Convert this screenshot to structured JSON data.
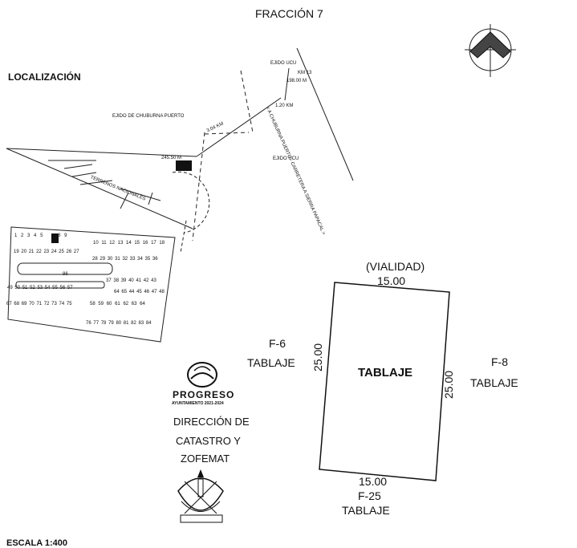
{
  "title": "FRACCIÓN 7",
  "localizacion_label": "LOCALIZACIÓN",
  "location_map": {
    "ejido_ucu_top": "EJIDO UCU",
    "ejido_ucu_mid": "EJIDO UCU",
    "ejido_chuburna": "EJIDO DE CHUBURNA PUERTO",
    "terrenos": "TERRENOS NACIONALES",
    "dist_304": "3.04 KM",
    "dist_120": "1.20 KM",
    "dist_198": "198.00 M",
    "km13": "KM 13",
    "dist_245": "245.50 M",
    "road": "< A CHUBURNA PUERTO - CARRETERA A SIERRA PAPACAL >"
  },
  "lot_grid": {
    "row1": [
      "1",
      "2",
      "3",
      "4",
      "5",
      "",
      "8",
      "9"
    ],
    "row1b": [
      "10",
      "11",
      "12",
      "13",
      "14",
      "15",
      "16",
      "17",
      "18"
    ],
    "row2": [
      "19",
      "20",
      "21",
      "22",
      "23",
      "24",
      "25",
      "26",
      "27"
    ],
    "row2b": [
      "28",
      "29",
      "30",
      "31",
      "32",
      "33",
      "34",
      "35",
      "36"
    ],
    "center": "86",
    "midA": [
      "37",
      "38",
      "39",
      "40",
      "41",
      "42",
      "43"
    ],
    "midB": [
      "64",
      "65",
      "44",
      "45",
      "46",
      "47",
      "48"
    ],
    "left3": [
      "49",
      "50",
      "51",
      "52",
      "53",
      "54",
      "55",
      "56",
      "57"
    ],
    "left4": [
      "67",
      "68",
      "69",
      "70",
      "71",
      "72",
      "73",
      "74",
      "75"
    ],
    "right3": [
      "58",
      "59",
      "60",
      "61",
      "62",
      "63",
      "64"
    ],
    "right4": [
      "76",
      "77",
      "78",
      "79",
      "80",
      "81",
      "82",
      "83",
      "84"
    ]
  },
  "lot_plan": {
    "vialidad": "(VIALIDAD)",
    "top_dim": "15.00",
    "bottom_dim": "15.00",
    "left_dim": "25.00",
    "right_dim": "25.00",
    "center_label": "TABLAJE",
    "west_code": "F-6",
    "west_label": "TABLAJE",
    "east_code": "F-8",
    "east_label": "TABLAJE",
    "south_code": "F-25",
    "south_label": "TABLAJE"
  },
  "stamp": {
    "org": "PROGRESO",
    "org_sub": "AYUNTAMIENTO 2021-2024",
    "line1": "DIRECCIÓN DE",
    "line2": "CATASTRO Y",
    "line3": "ZOFEMAT"
  },
  "escala": "ESCALA 1:400"
}
